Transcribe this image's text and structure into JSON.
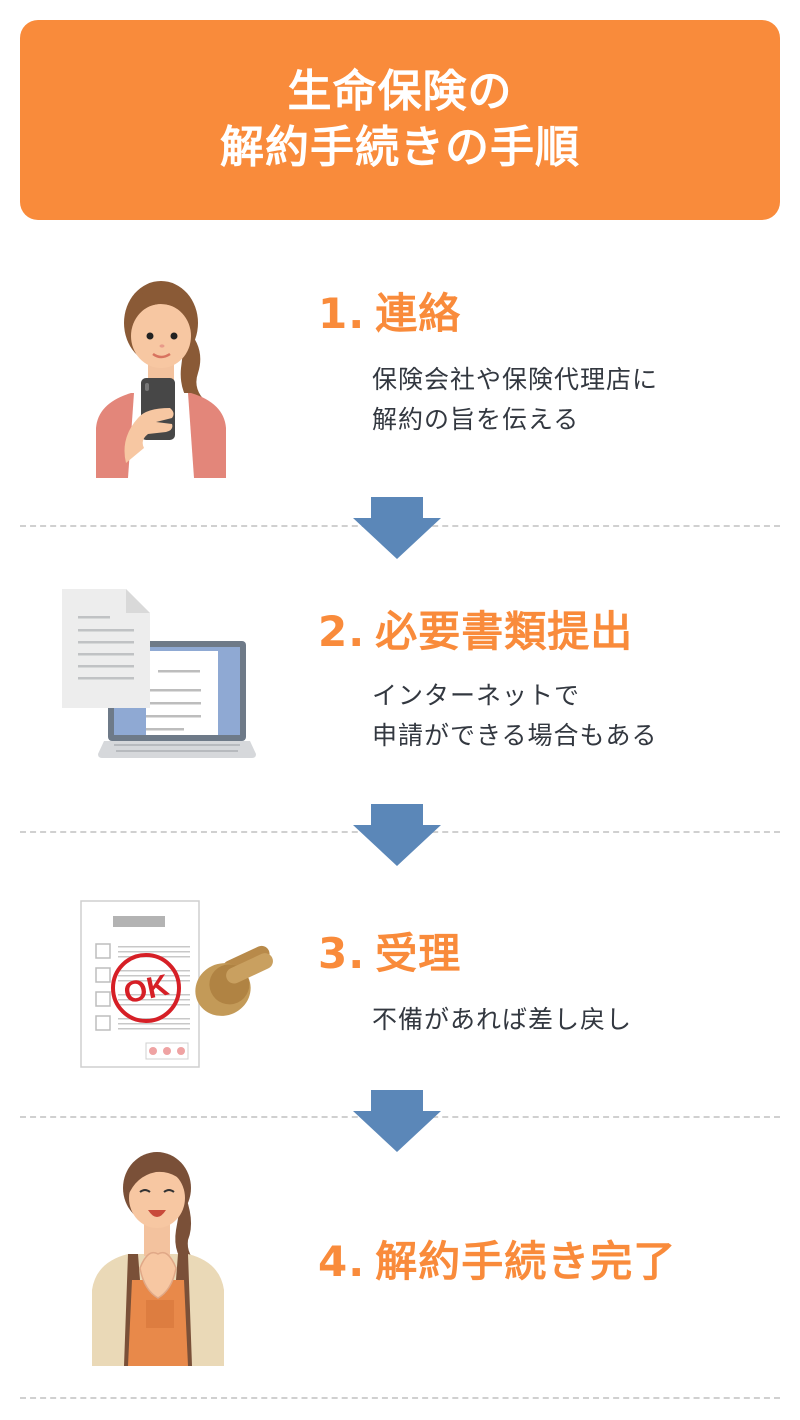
{
  "header": {
    "title_line1": "生命保険の",
    "title_line2": "解約手続きの手順",
    "background_color": "#f98b3b"
  },
  "steps": [
    {
      "number": "1.",
      "title": "連絡",
      "description_lines": [
        "保険会社や保険代理店に",
        "解約の旨を伝える"
      ],
      "illustration": "woman-with-smartphone-icon"
    },
    {
      "number": "2.",
      "title": "必要書類提出",
      "description_lines": [
        "インターネットで",
        "申請ができる場合もある"
      ],
      "illustration": "document-and-laptop-icon"
    },
    {
      "number": "3.",
      "title": "受理",
      "description_lines": [
        "不備があれば差し戻し"
      ],
      "illustration": "ok-stamp-document-icon"
    },
    {
      "number": "4.",
      "title": "解約手続き完了",
      "description_lines": [],
      "illustration": "happy-woman-apron-icon"
    }
  ],
  "colors": {
    "accent_orange": "#f98b3b",
    "arrow_blue": "#5b87b8",
    "divider_gray": "#d0d0d0",
    "body_text": "#333840"
  }
}
